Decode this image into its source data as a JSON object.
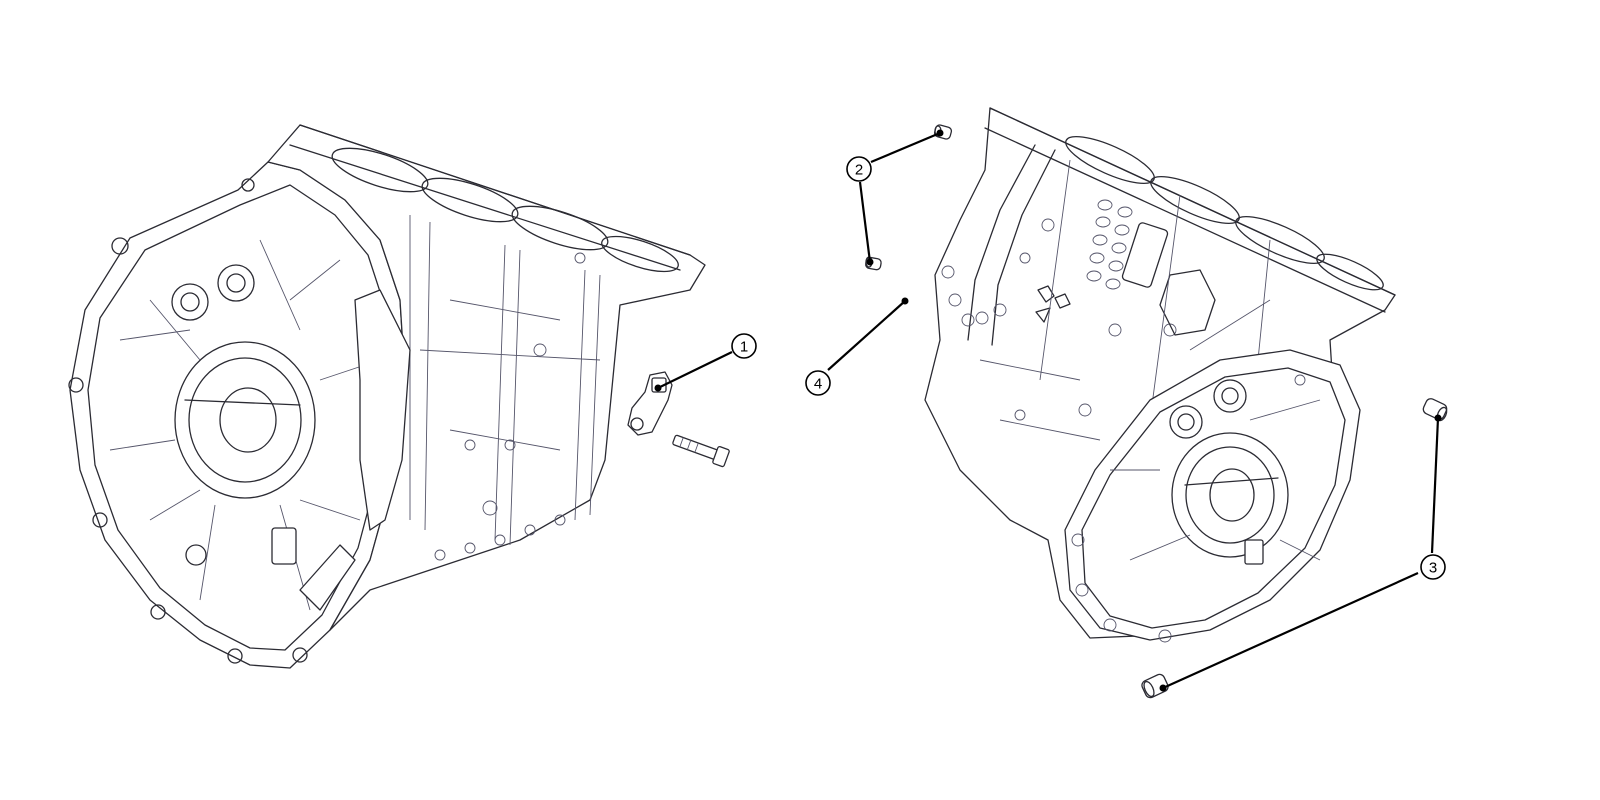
{
  "diagram": {
    "callouts": [
      {
        "id": "1",
        "label": "1"
      },
      {
        "id": "2",
        "label": "2"
      },
      {
        "id": "3",
        "label": "3"
      },
      {
        "id": "4",
        "label": "4"
      }
    ],
    "colors": {
      "line": "#2b2b33",
      "leader": "#000000",
      "background": "#ffffff"
    }
  }
}
